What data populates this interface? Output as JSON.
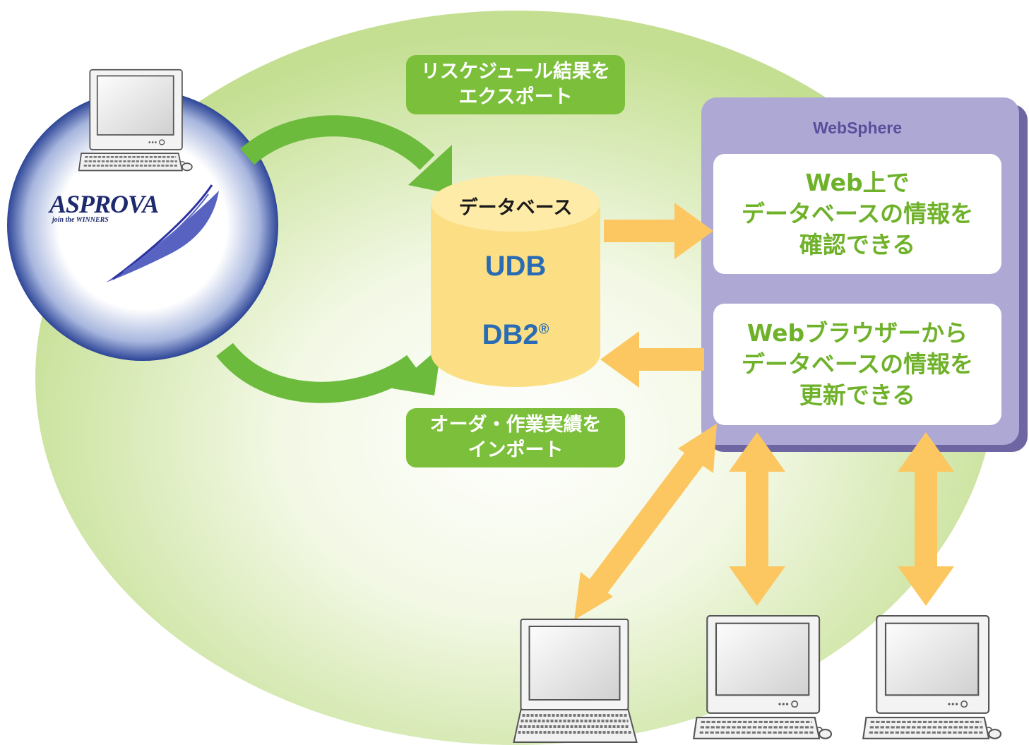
{
  "export_label": [
    "リスケジュール結果を",
    "エクスポート"
  ],
  "import_label": [
    "オーダ・作業実績を",
    "インポート"
  ],
  "database": {
    "header": "データベース",
    "name1": "UDB",
    "name2": "DB2",
    "registered_mark": "®"
  },
  "websphere": {
    "title": "WebSphere",
    "card1": [
      "Web上で",
      "データベースの情報を",
      "確認できる"
    ],
    "card2": [
      "Webブラウザーから",
      "データベースの情報を",
      "更新できる"
    ]
  },
  "logo": {
    "name": "ASPROVA",
    "tagline": "join the WINNERS"
  },
  "colors": {
    "ellipse": "#c9e29a",
    "green_arrow": "#6cbb3c",
    "orange_arrow": "#fcc760",
    "cylinder": "#fcdf85",
    "websphere_panel": "#aea8d5",
    "label_green": "#7cbf3a",
    "db_text_blue": "#2a6cb3",
    "card_text_green": "#6fb22a"
  }
}
